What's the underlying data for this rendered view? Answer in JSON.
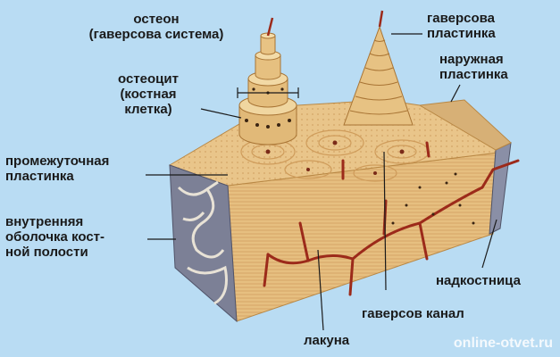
{
  "labels": {
    "osteon": "остеон\n(гаверсова система)",
    "osteocyte": "остеоцит\n(костная\nклетка)",
    "interstitial_lamella": "промежуточная\nпластинка",
    "endosteum": "внутренняя\nоболочка кост-\nной полости",
    "haversian_lamella": "гаверсова\nпластинка",
    "outer_lamella": "наружная\nпластинка",
    "periosteum": "надкостница",
    "haversian_canal": "гаверсов канал",
    "lacuna": "лакуна"
  },
  "watermark": "online-otvet.ru",
  "colors": {
    "background": "#b9dcf3",
    "bone": "#e9c58a",
    "bone_dark": "#c98e4c",
    "vessel": "#9c2a1a",
    "marrow": "#6b6f86"
  }
}
